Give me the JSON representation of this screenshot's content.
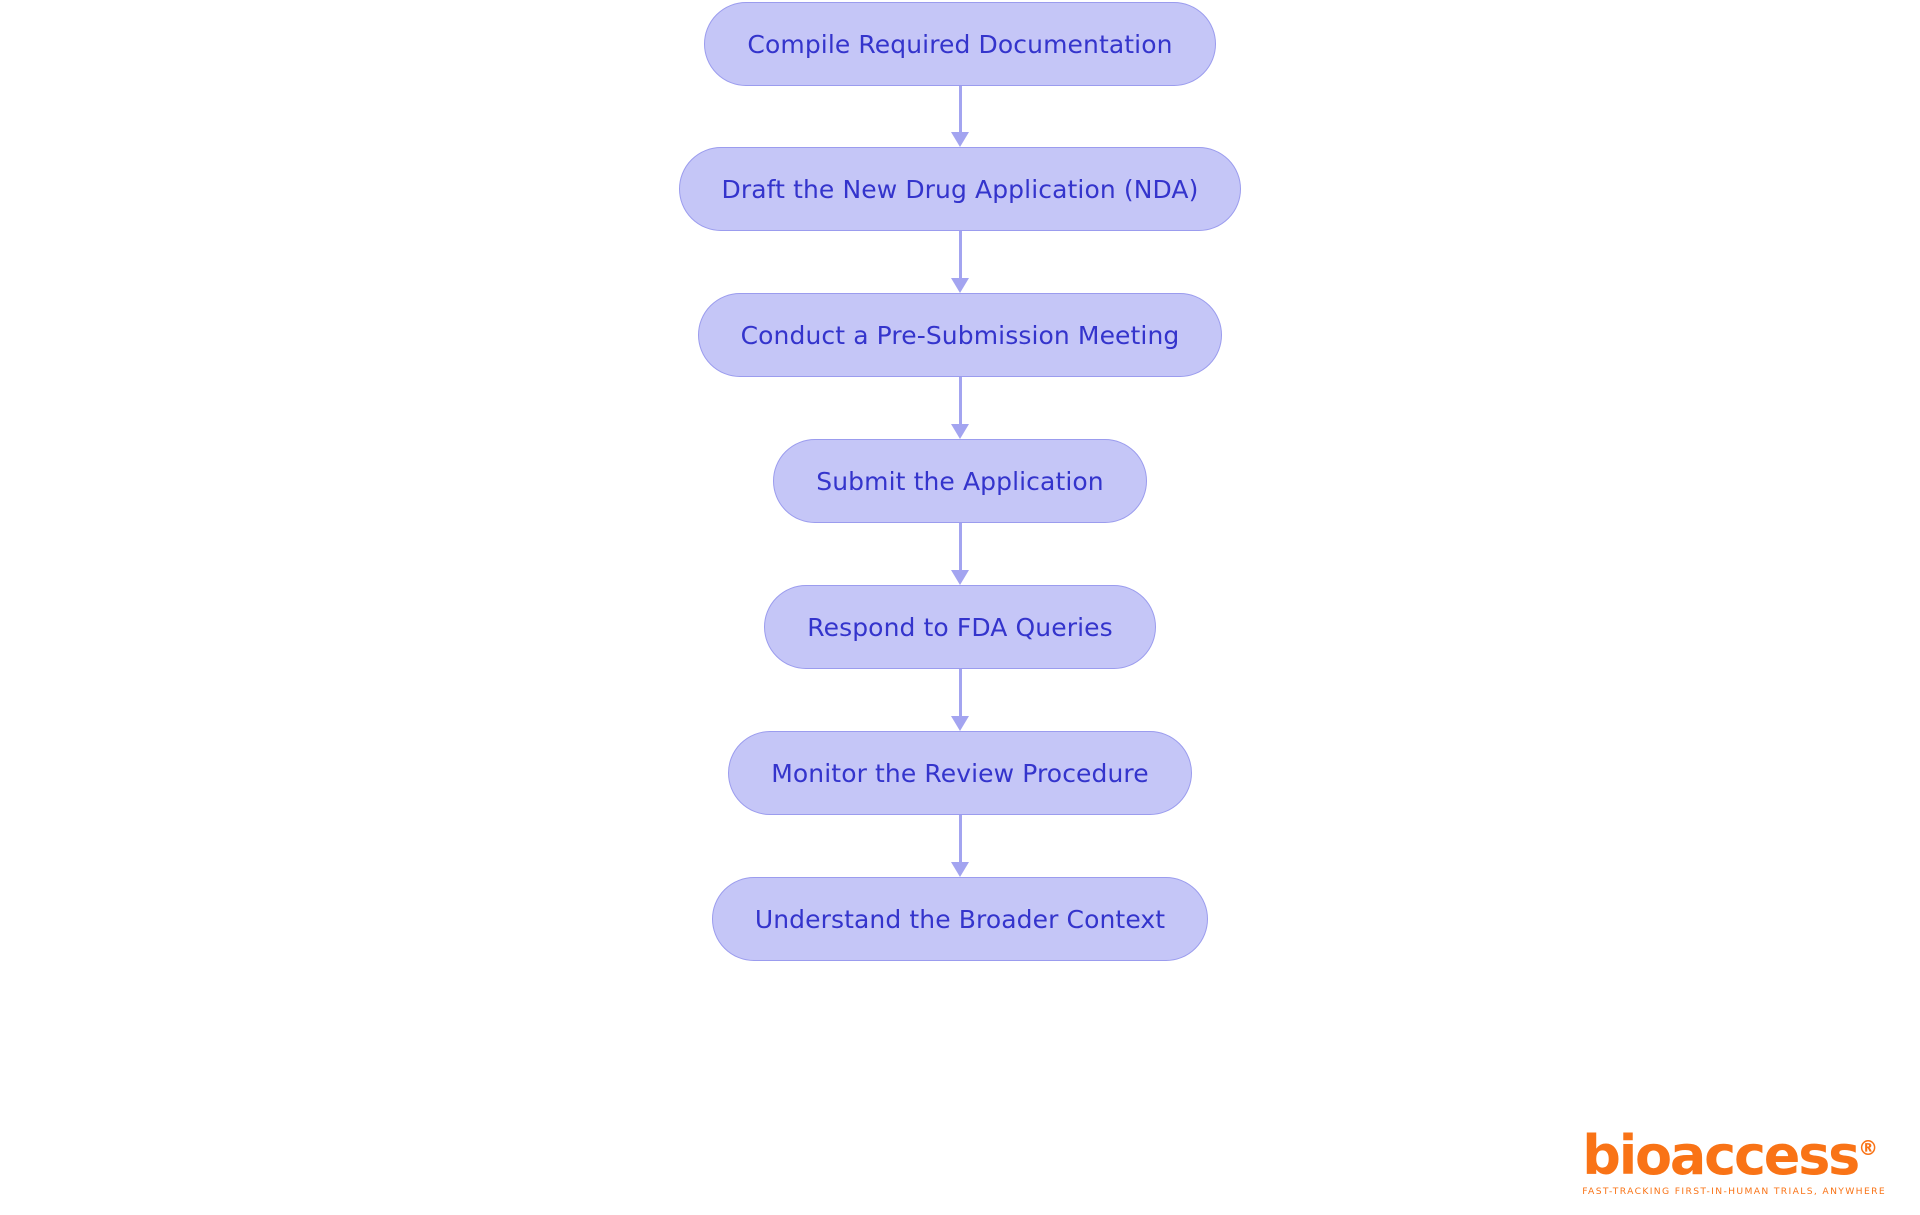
{
  "diagram": {
    "type": "flowchart",
    "orientation": "vertical-top-down",
    "background_color": "#ffffff",
    "node_fill_color": "#c5c6f7",
    "node_border_color": "#9b9cee",
    "node_text_color": "#3434cc",
    "connector_color": "#a3a4f0",
    "nodes": [
      {
        "id": "n1",
        "label": "Compile Required Documentation"
      },
      {
        "id": "n2",
        "label": "Draft the New Drug Application (NDA)"
      },
      {
        "id": "n3",
        "label": "Conduct a Pre-Submission Meeting"
      },
      {
        "id": "n4",
        "label": "Submit the Application"
      },
      {
        "id": "n5",
        "label": "Respond to FDA Queries"
      },
      {
        "id": "n6",
        "label": "Monitor the Review Procedure"
      },
      {
        "id": "n7",
        "label": "Understand the Broader Context"
      }
    ],
    "edges": [
      {
        "from": "n1",
        "to": "n2"
      },
      {
        "from": "n2",
        "to": "n3"
      },
      {
        "from": "n3",
        "to": "n4"
      },
      {
        "from": "n4",
        "to": "n5"
      },
      {
        "from": "n5",
        "to": "n6"
      },
      {
        "from": "n6",
        "to": "n7"
      }
    ]
  },
  "branding": {
    "wordmark": "bioaccess",
    "registered_mark": "®",
    "tagline": "FAST-TRACKING FIRST-IN-HUMAN TRIALS, ANYWHERE",
    "color": "#f97316"
  }
}
